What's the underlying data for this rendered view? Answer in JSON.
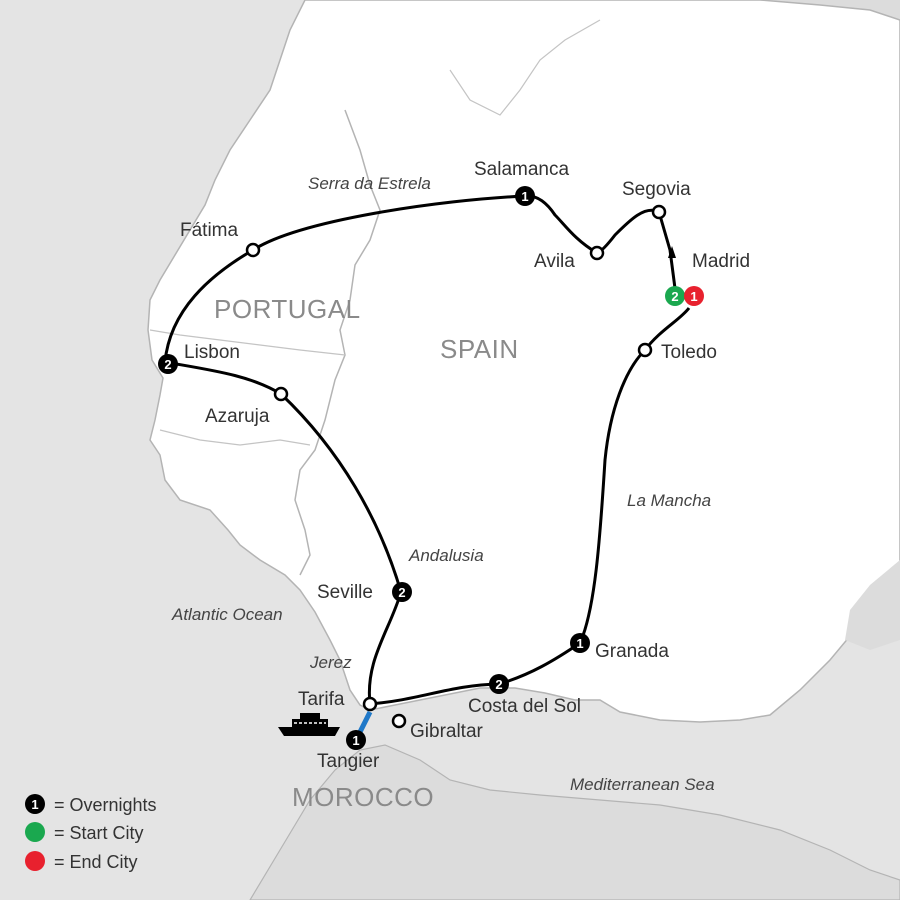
{
  "countries": {
    "portugal": "PORTUGAL",
    "spain": "SPAIN",
    "morocco": "MOROCCO"
  },
  "cities": {
    "salamanca": "Salamanca",
    "segovia": "Segovia",
    "avila": "Avila",
    "madrid": "Madrid",
    "toledo": "Toledo",
    "fatima": "Fátima",
    "lisbon": "Lisbon",
    "azaruja": "Azaruja",
    "seville": "Seville",
    "tarifa": "Tarifa",
    "gibraltar": "Gibraltar",
    "tangier": "Tangier",
    "costa_del_sol": "Costa del Sol",
    "granada": "Granada"
  },
  "regions": {
    "serra_da_estrela": "Serra da Estrela",
    "la_mancha": "La Mancha",
    "andalusia": "Andalusia",
    "atlantic_ocean": "Atlantic Ocean",
    "jerez": "Jerez",
    "mediterranean_sea": "Mediterranean Sea"
  },
  "overnights": {
    "salamanca": "1",
    "madrid_start": "2",
    "madrid_end": "1",
    "lisbon": "2",
    "seville": "2",
    "costa_del_sol": "2",
    "granada": "1",
    "tangier": "1"
  },
  "legend": {
    "overnights": "= Overnights",
    "start_city": "= Start City",
    "end_city": "= End City",
    "sample_number": "1"
  },
  "colors": {
    "land": "#ffffff",
    "sea": "#dcdcdc",
    "border": "#b4b4b4",
    "route": "#000000",
    "ferry": "#1f78c8",
    "start": "#1aa84f",
    "end": "#e8212e",
    "overnight": "#000000"
  },
  "icons": {
    "ferry": "ferry-icon",
    "direction": "arrow-up-icon"
  }
}
